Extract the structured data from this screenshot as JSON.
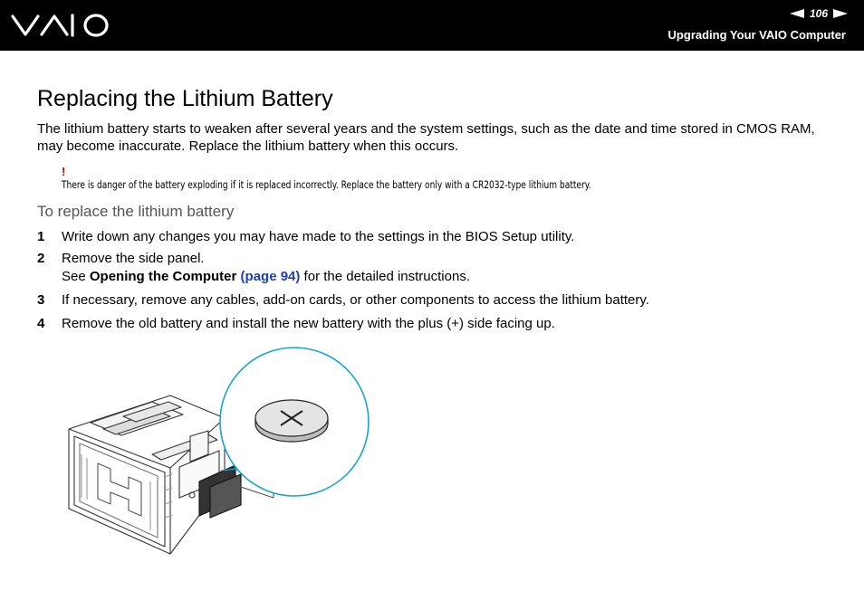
{
  "header": {
    "brand": "VAIO",
    "page_number": "106",
    "section_title": "Upgrading Your VAIO Computer"
  },
  "content": {
    "title": "Replacing the Lithium Battery",
    "intro": "The lithium battery starts to weaken after several years and the system settings, such as the date and time stored in CMOS RAM, may become inaccurate. Replace the lithium battery when this occurs.",
    "warning_mark": "!",
    "warning_text": "There is danger of the battery exploding if it is replaced incorrectly. Replace the battery only with a CR2032-type lithium battery.",
    "procedure_title": "To replace the lithium battery",
    "steps": [
      {
        "num": "1",
        "text": "Write down any changes you may have made to the settings in the BIOS Setup utility."
      },
      {
        "num": "2",
        "text": "Remove the side panel.",
        "see_prefix": "See ",
        "see_bold": "Opening the Computer",
        "see_link": "(page 94)",
        "see_suffix": " for the detailed instructions."
      },
      {
        "num": "3",
        "text": "If necessary, remove any cables, add-on cards, or other components to access the lithium battery."
      },
      {
        "num": "4",
        "text": "Remove the old battery and install the new battery with the plus (+) side facing up."
      }
    ]
  },
  "colors": {
    "header_bg": "#000000",
    "warning": "#d40000",
    "link": "#1a3fb8",
    "subheading": "#555555"
  },
  "icons": {
    "prev": "prev-page-arrow-icon",
    "next": "next-page-arrow-icon",
    "logo": "vaio-logo"
  }
}
